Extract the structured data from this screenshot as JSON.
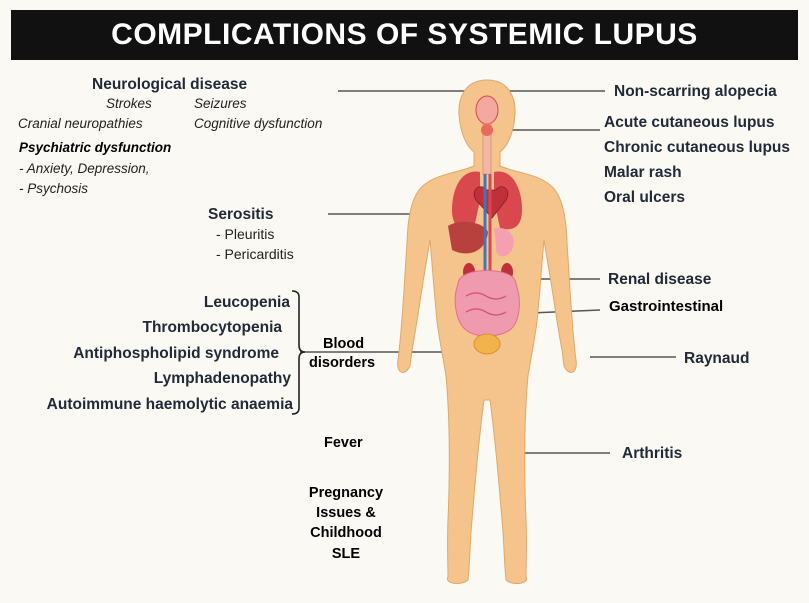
{
  "title": "COMPLICATIONS OF SYSTEMIC LUPUS",
  "left": {
    "neuro_heading": "Neurological disease",
    "neuro_items": [
      "Strokes",
      "Seizures",
      "Cranial neuropathies",
      "Cognitive dysfunction"
    ],
    "psych_heading": "Psychiatric dysfunction",
    "psych_items": [
      "-  Anxiety, Depression,",
      "-  Psychosis"
    ],
    "serositis_heading": "Serositis",
    "serositis_items": [
      "-  Pleuritis",
      "-  Pericarditis"
    ],
    "blood_items": [
      "Leucopenia",
      "Thrombocytopenia",
      "Antiphospholipid syndrome",
      "Lymphadenopathy",
      "Autoimmune haemolytic anaemia"
    ],
    "blood_label": [
      "Blood",
      "disorders"
    ],
    "fever": "Fever",
    "pregnancy": [
      "Pregnancy",
      "Issues  &",
      "Childhood",
      "SLE"
    ]
  },
  "right": {
    "alopecia": "Non-scarring alopecia",
    "skin_items": [
      "Acute cutaneous lupus",
      "Chronic cutaneous lupus",
      "Malar rash",
      "Oral ulcers"
    ],
    "renal": "Renal disease",
    "gi": "Gastrointestinal",
    "raynaud": "Raynaud",
    "arthritis": "Arthritis"
  },
  "colors": {
    "skin": "#f4c48c",
    "skin_shade": "#e9ac6c",
    "line": "#555555",
    "title_bg": "#111111",
    "organ_red": "#d8484c",
    "organ_pink": "#f09ab0",
    "vessel_blue": "#3a78c2"
  }
}
